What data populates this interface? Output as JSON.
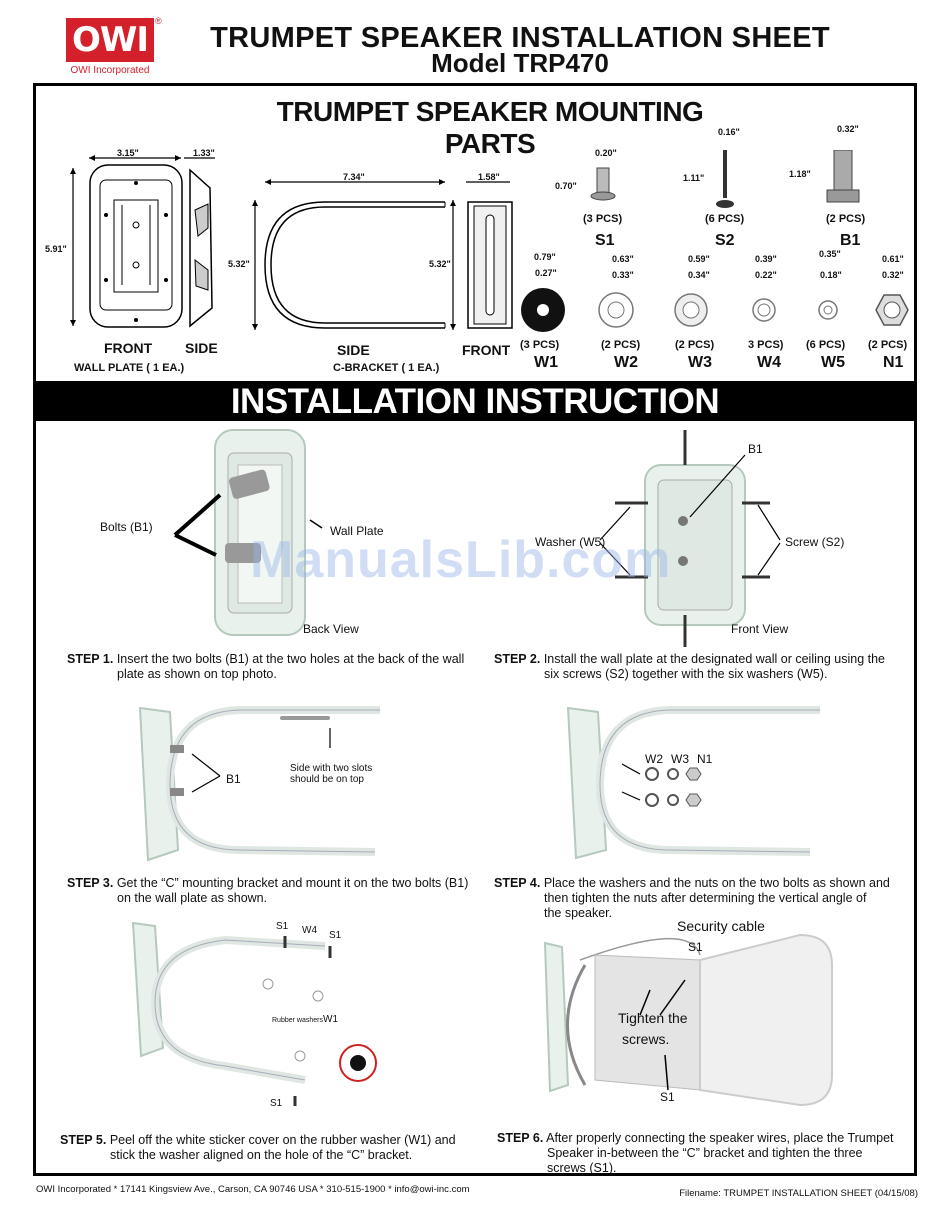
{
  "header": {
    "logo_text": "OWI",
    "logo_reg": "®",
    "logo_sub": "OWI Incorporated",
    "title_line1": "TRUMPET SPEAKER INSTALLATION SHEET",
    "title_line2": "Model TRP470"
  },
  "parts_section": {
    "title": "TRUMPET SPEAKER MOUNTING PARTS",
    "wall_plate": {
      "width_dim": "3.15\"",
      "depth_dim": "1.33\"",
      "height_dim": "5.91\"",
      "front_label": "FRONT",
      "side_label": "SIDE",
      "caption": "WALL PLATE ( 1 EA.)"
    },
    "c_bracket": {
      "length_dim": "7.34\"",
      "front_width_dim": "1.58\"",
      "height_dim_left": "5.32\"",
      "height_dim_right": "5.32\"",
      "side_label": "SIDE",
      "front_label": "FRONT",
      "caption": "C-BRACKET ( 1 EA.)"
    },
    "screws": [
      {
        "id": "S1",
        "pcs": "(3 PCS)",
        "dim_a": "0.20\"",
        "dim_b": "0.70\""
      },
      {
        "id": "S2",
        "pcs": "(6 PCS)",
        "dim_a": "0.16\"",
        "dim_b": "1.11\""
      },
      {
        "id": "B1",
        "pcs": "(2 PCS)",
        "dim_a": "0.32\"",
        "dim_b": "1.18\""
      }
    ],
    "washers": [
      {
        "id": "W1",
        "pcs": "(3 PCS)",
        "outer": "0.79\"",
        "inner": "0.27\""
      },
      {
        "id": "W2",
        "pcs": "(2 PCS)",
        "outer": "0.63\"",
        "inner": "0.33\""
      },
      {
        "id": "W3",
        "pcs": "(2 PCS)",
        "outer": "0.59\"",
        "inner": "0.34\""
      },
      {
        "id": "W4",
        "pcs": "3 PCS)",
        "outer": "0.39\"",
        "inner": "0.22\""
      },
      {
        "id": "W5",
        "pcs": "(6 PCS)",
        "outer": "0.35\"",
        "inner": "0.18\""
      },
      {
        "id": "N1",
        "pcs": "(2 PCS)",
        "outer": "0.61\"",
        "inner": "0.32\""
      }
    ]
  },
  "install_section": {
    "title": "INSTALLATION INSTRUCTION",
    "photo1": {
      "bolts_label": "Bolts (B1)",
      "plate_label": "Wall Plate",
      "view_label": "Back View"
    },
    "photo2": {
      "b1_label": "B1",
      "washer_label": "Washer (W5)",
      "screw_label": "Screw (S2)",
      "view_label": "Front View"
    },
    "photo3": {
      "b1_label": "B1",
      "note_line1": "Side with two slots",
      "note_line2": "should be on top"
    },
    "photo4": {
      "w2": "W2",
      "w3": "W3",
      "n1": "N1"
    },
    "photo5": {
      "s1_top_left": "S1",
      "w4": "W4",
      "s1_top_right": "S1",
      "rubber": "Rubber washers",
      "w1": "W1",
      "s1_bottom": "S1"
    },
    "photo6": {
      "cable": "Security cable",
      "s1_top": "S1",
      "tighten1": "Tighten the",
      "tighten2": "screws.",
      "s1_bottom": "S1"
    },
    "steps": [
      {
        "num": "STEP 1.",
        "line1": "Insert the two bolts (B1) at the two holes at the back of the wall",
        "line2": "plate as shown on top photo.",
        "line3": ""
      },
      {
        "num": "STEP 2.",
        "line1": "Install the wall plate at the designated wall or ceiling using the",
        "line2": "six screws (S2) together with the six washers (W5).",
        "line3": ""
      },
      {
        "num": "STEP 3.",
        "line1": "Get the “C” mounting bracket and mount it on the two bolts (B1)",
        "line2": "on the wall plate as shown.",
        "line3": ""
      },
      {
        "num": "STEP 4.",
        "line1": "Place the washers and the nuts on the two bolts as shown and",
        "line2": "then tighten the nuts after determining the vertical angle of",
        "line3": "the speaker."
      },
      {
        "num": "STEP 5.",
        "line1": "Peel off the white sticker cover on the rubber washer (W1) and",
        "line2": "stick the washer aligned on the hole of the “C” bracket.",
        "line3": ""
      },
      {
        "num": "STEP 6.",
        "line1": "After properly connecting the speaker wires, place the Trumpet",
        "line2": "Speaker in-between the “C” bracket and tighten the three",
        "line3": "screws (S1)."
      }
    ]
  },
  "watermark": "ManualsLib.com",
  "footer": {
    "left": "OWI Incorporated * 17141 Kingsview Ave., Carson, CA 90746 USA * 310-515-1900 * info@owi-inc.com",
    "right": "Filename: TRUMPET INSTALLATION SHEET (04/15/08)"
  }
}
